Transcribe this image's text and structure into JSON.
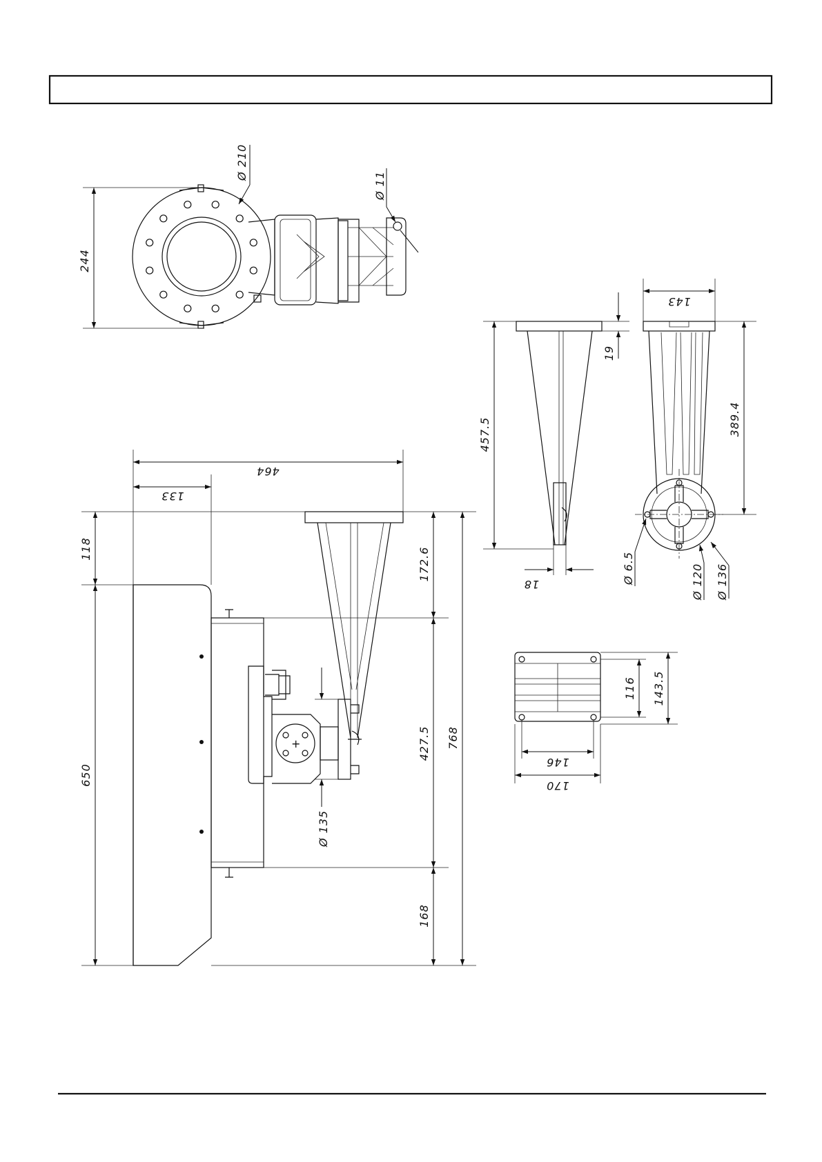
{
  "header_box": {
    "title": ""
  },
  "top_view": {
    "dims": {
      "height": "244",
      "flange_diameter": "Ø 210",
      "hole_diameter": "Ø 11"
    }
  },
  "side_view": {
    "dims": {
      "total_width": "464",
      "offset_width": "133",
      "top_gap": "118",
      "housing_height": "650",
      "arm_height": "172.6",
      "mount_span": "427.5",
      "bottom_gap": "168",
      "total_height": "768",
      "pipe_diameter": "Ø 135"
    }
  },
  "bracket_side_view": {
    "dims": {
      "height": "457.5",
      "plate_thickness": "19",
      "tab_width": "18"
    }
  },
  "bracket_front_view": {
    "dims": {
      "top_width": "143",
      "rib_length": "389.4",
      "bolt_hole": "Ø 6.5",
      "ring_inner": "Ø 120",
      "ring_outer": "Ø 136"
    }
  },
  "plate_view": {
    "dims": {
      "hole_spacing_v": "116",
      "plate_height": "143.5",
      "hole_spacing_h": "146",
      "plate_width": "170"
    }
  },
  "marker_glyph": "+"
}
